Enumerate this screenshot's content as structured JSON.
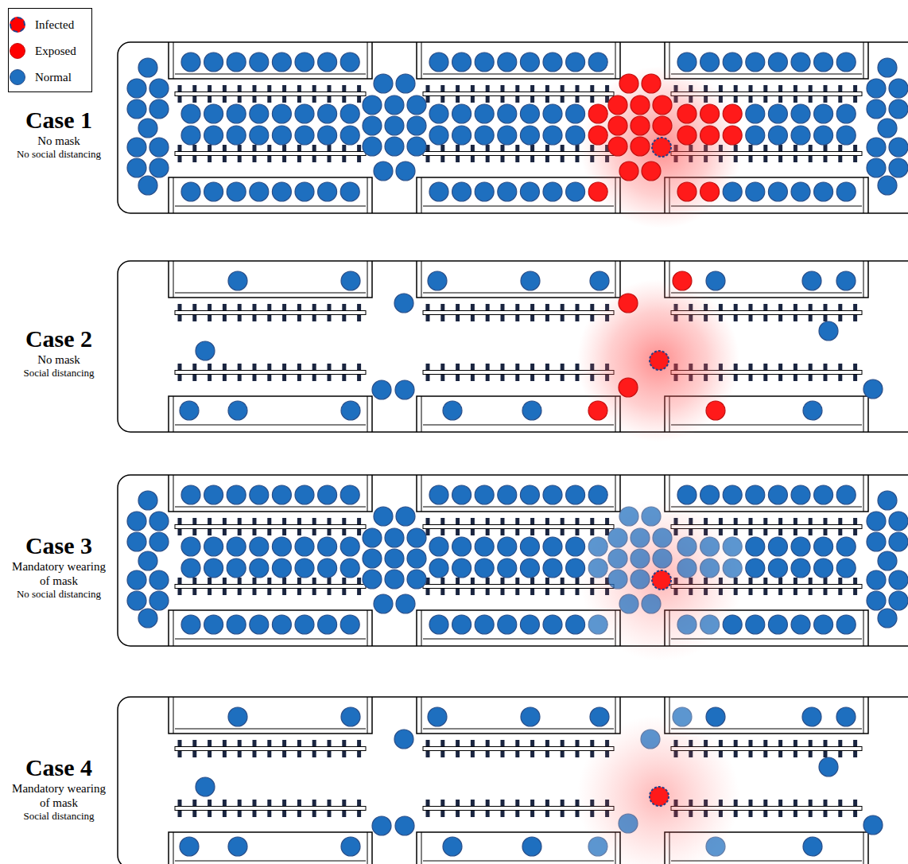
{
  "diagram": {
    "labels": [
      "Case 1",
      "No mask",
      "No social distancing",
      "Case 2",
      "No mask",
      "Social distancing",
      "Case 3",
      "Mandatory wearing of mask",
      "No social distancing",
      "Case 4",
      "Mandatory wearing of mask",
      "Social distancing"
    ],
    "legend": [
      {
        "text": "Infected",
        "color": "#ff0000"
      },
      {
        "text": "Exposed",
        "color": "#ff0000"
      },
      {
        "text": "Normal",
        "color": "#1e6fbf"
      }
    ]
  }
}
